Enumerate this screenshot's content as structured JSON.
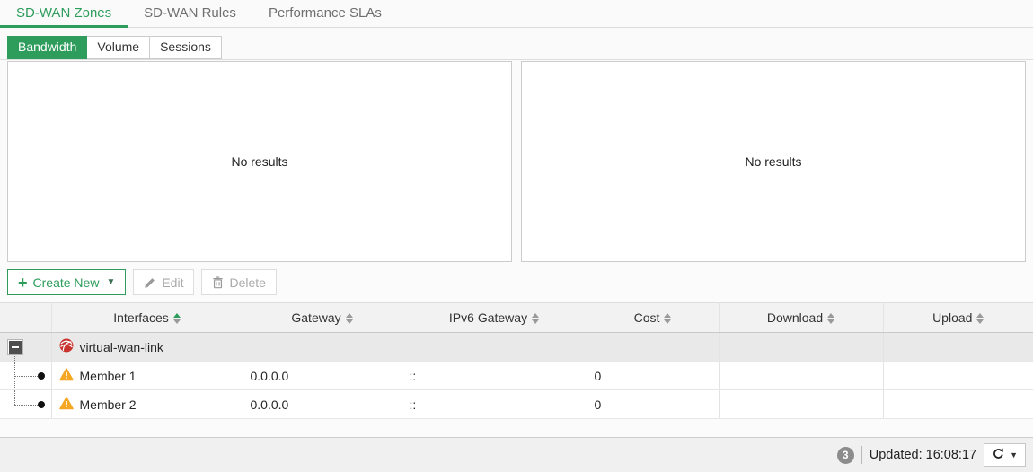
{
  "colors": {
    "accent_green": "#2e9d5c",
    "warning_amber": "#f5a623",
    "zone_icon_red": "#c8332f"
  },
  "tabs": [
    {
      "label": "SD-WAN Zones",
      "active": true
    },
    {
      "label": "SD-WAN Rules",
      "active": false
    },
    {
      "label": "Performance SLAs",
      "active": false
    }
  ],
  "subtabs": [
    {
      "label": "Bandwidth",
      "active": true
    },
    {
      "label": "Volume",
      "active": false
    },
    {
      "label": "Sessions",
      "active": false
    }
  ],
  "chart_panels": {
    "left_empty_text": "No results",
    "right_empty_text": "No results"
  },
  "toolbar": {
    "create_new_label": "Create New",
    "edit_label": "Edit",
    "delete_label": "Delete"
  },
  "table": {
    "columns": [
      "Interfaces",
      "Gateway",
      "IPv6 Gateway",
      "Cost",
      "Download",
      "Upload"
    ],
    "rows": [
      {
        "name": "virtual-wan-link",
        "gateway": "",
        "ipv6_gateway": "",
        "cost": "",
        "download": "",
        "upload": ""
      },
      {
        "name": "Member 1",
        "gateway": "0.0.0.0",
        "ipv6_gateway": "::",
        "cost": "0",
        "download": "",
        "upload": ""
      },
      {
        "name": "Member 2",
        "gateway": "0.0.0.0",
        "ipv6_gateway": "::",
        "cost": "0",
        "download": "",
        "upload": ""
      }
    ]
  },
  "footer": {
    "badge_count": "3",
    "updated_text": "Updated: 16:08:17"
  }
}
